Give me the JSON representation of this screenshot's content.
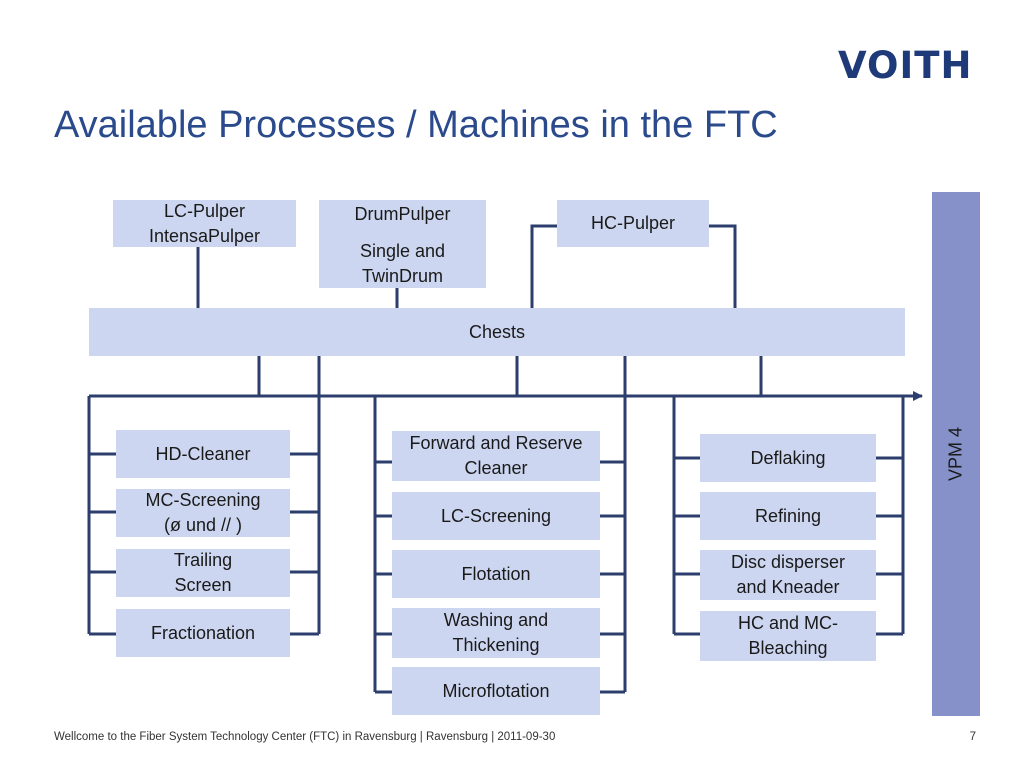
{
  "logo": {
    "text": "VOITH",
    "color": "#1f3a78"
  },
  "title": "Available Processes / Machines in the FTC",
  "colors": {
    "box_fill": "#ccd6f0",
    "line": "#2c3e6e",
    "vpm_fill": "#8591c8",
    "title": "#2a4a8c"
  },
  "top_boxes": {
    "lc_pulper": [
      "LC-Pulper",
      "IntensaPulper"
    ],
    "drum_pulper": [
      "DrumPulper",
      "Single and",
      "TwinDrum"
    ],
    "hc_pulper": [
      "HC-Pulper"
    ]
  },
  "chests": "Chests",
  "columns": {
    "left": [
      [
        "HD-Cleaner"
      ],
      [
        "MC-Screening",
        "(ø und // )"
      ],
      [
        "Trailing",
        "Screen"
      ],
      [
        "Fractionation"
      ]
    ],
    "middle": [
      [
        "Forward and Reserve",
        "Cleaner"
      ],
      [
        "LC-Screening"
      ],
      [
        "Flotation"
      ],
      [
        "Washing and",
        "Thickening"
      ],
      [
        "Microflotation"
      ]
    ],
    "right": [
      [
        "Deflaking"
      ],
      [
        "Refining"
      ],
      [
        "Disc disperser",
        "and Kneader"
      ],
      [
        "HC and MC-",
        "Bleaching"
      ]
    ]
  },
  "vpm": "VPM 4",
  "footer": {
    "text": "Wellcome to the Fiber System Technology Center (FTC) in Ravensburg | Ravensburg | 2011-09-30",
    "page": "7"
  }
}
